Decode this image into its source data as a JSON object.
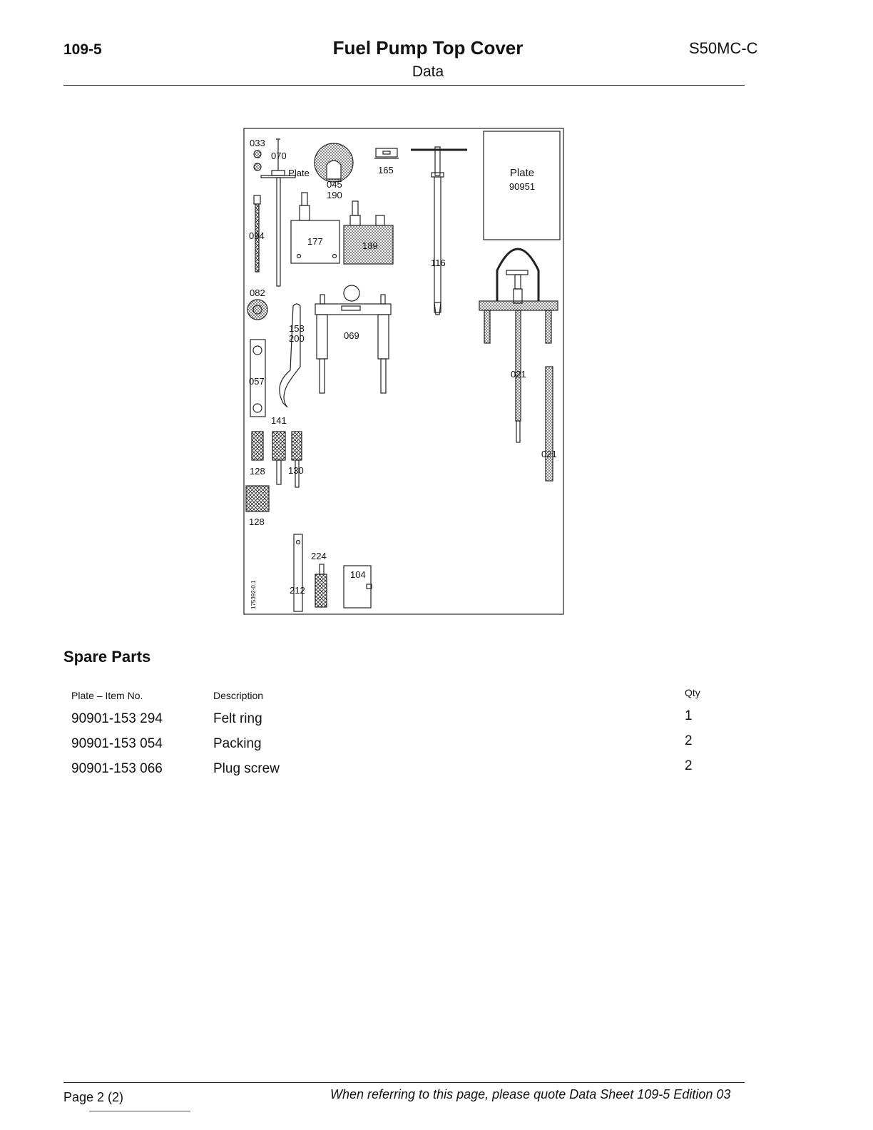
{
  "header": {
    "sheet_number": "109-5",
    "title": "Fuel Pump Top Cover",
    "subtitle": "Data",
    "engine_type": "S50MC-C"
  },
  "figure": {
    "plate_label": "Plate",
    "plate_number": "90951",
    "drawing_ref": "175392-0.1",
    "item_labels": {
      "i033": "033",
      "i070": "070",
      "i045": "045",
      "i190": "190",
      "i165": "165",
      "i177": "177",
      "i189": "189",
      "i116": "116",
      "i094": "094",
      "i082": "082",
      "i158": "158",
      "i200": "200",
      "i069": "069",
      "i057": "057",
      "i141": "141",
      "i128a": "128",
      "i130": "130",
      "i128b": "128",
      "i021a": "021",
      "i021b": "021",
      "i224": "224",
      "i212": "212",
      "i104": "104"
    }
  },
  "spare_parts": {
    "heading": "Spare Parts",
    "columns": {
      "item_no": "Plate – Item No.",
      "description": "Description",
      "qty": "Qty"
    },
    "rows": [
      {
        "item_no": "90901-153 294",
        "description": "Felt ring",
        "qty": "1"
      },
      {
        "item_no": "90901-153 054",
        "description": "Packing",
        "qty": "2"
      },
      {
        "item_no": "90901-153 066",
        "description": "Plug screw",
        "qty": "2"
      }
    ]
  },
  "footer": {
    "page": "Page 2 (2)",
    "quote": "When referring to this page, please quote Data Sheet 109-5 Edition 03"
  }
}
